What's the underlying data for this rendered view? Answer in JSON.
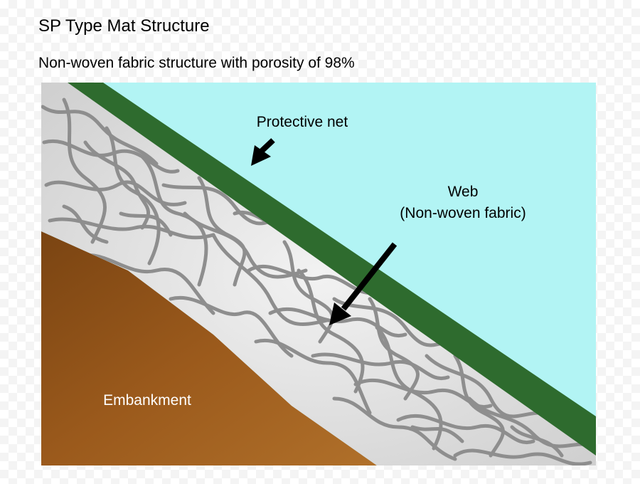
{
  "header": {
    "title": "SP Type Mat Structure",
    "subtitle": "Non-woven fabric structure with porosity of 98%"
  },
  "diagram": {
    "labels": {
      "protective_net": "Protective net",
      "web_line1": "Web",
      "web_line2": "(Non-woven fabric)",
      "embankment": "Embankment"
    },
    "colors": {
      "sky": "#b2f4f4",
      "protective_net": "#2e6b2e",
      "web": "#e4e4e4",
      "web_fibers": "#8e8e8e",
      "embankment": "#9b5a1c",
      "arrows": "#000000"
    }
  }
}
